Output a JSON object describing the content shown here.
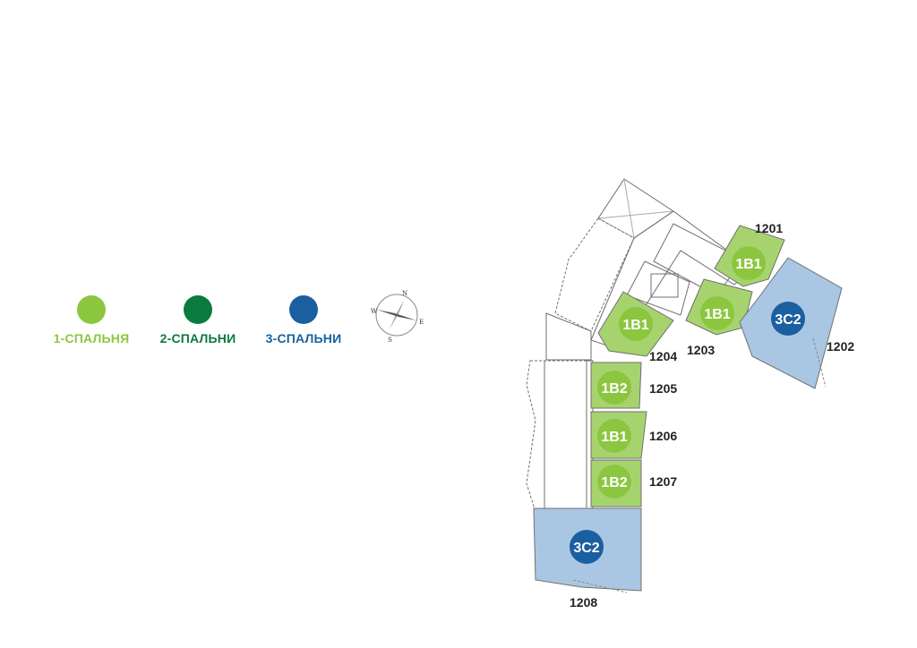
{
  "legend": [
    {
      "label": "1-СПАЛЬНЯ",
      "color": "#8cc63f"
    },
    {
      "label": "2-СПАЛЬНИ",
      "color": "#0b7a3e"
    },
    {
      "label": "3-СПАЛЬНИ",
      "color": "#1a5fa0"
    }
  ],
  "compass": {
    "icon": "compass-rose-icon",
    "n": "N",
    "e": "E",
    "s": "S",
    "w": "W"
  },
  "colors": {
    "one_bedroom_fill": "#a7d36f",
    "one_bedroom_badge": "#8cc63f",
    "three_bedroom_fill": "#a9c7e2",
    "three_bedroom_badge": "#1a5fa0",
    "outline": "#6f6f6f"
  },
  "units": [
    {
      "number": "1201",
      "type": "1B1"
    },
    {
      "number": "1202",
      "type": "3C2"
    },
    {
      "number": "1203",
      "type": "1B1"
    },
    {
      "number": "1204",
      "type": "1B1"
    },
    {
      "number": "1205",
      "type": "1B2"
    },
    {
      "number": "1206",
      "type": "1B1"
    },
    {
      "number": "1207",
      "type": "1B2"
    },
    {
      "number": "1208",
      "type": "3C2"
    }
  ]
}
